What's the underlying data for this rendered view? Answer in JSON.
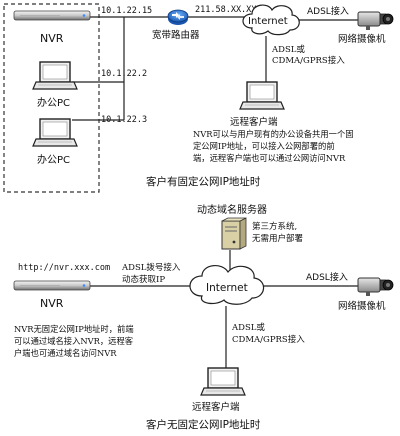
{
  "top": {
    "nvr_label": "NVR",
    "pc1_label": "办公PC",
    "pc2_label": "办公PC",
    "ip_nvr": "10.1.22.15",
    "ip_pc1": "10.1.22.2",
    "ip_pc2": "10.1.22.3",
    "router_label": "宽带路由器",
    "public_ip": "211.58.XX.XX",
    "internet_label": "Internet",
    "adsl_in": "ADSL接入",
    "camera_label": "网络摄像机",
    "client_link_1": "ADSL或",
    "client_link_2": "CDMA/GPRS接入",
    "client_label": "远程客户端",
    "note": [
      "NVR可以与用户现有的办公设备共用一个固",
      "定公网IP地址，可以接入公网部署的前",
      "端，远程客户端也可以通过公网访问NVR"
    ],
    "caption": "客户有固定公网IP地址时"
  },
  "bottom": {
    "dns_label": "动态域名服务器",
    "dns_note_1": "第三方系统,",
    "dns_note_2": "无需用户部署",
    "url": "http://nvr.xxx.com",
    "adsl_dial_1": "ADSL拨号接入",
    "adsl_dial_2": "动态获取IP",
    "internet_label": "Internet",
    "adsl_in": "ADSL接入",
    "nvr_label": "NVR",
    "camera_label": "网络摄像机",
    "note": [
      "NVR无固定公网IP地址时，前端",
      "可以通过域名接入NVR，远程客",
      "户端也可通过域名访问NVR"
    ],
    "client_link_1": "ADSL或",
    "client_link_2": "CDMA/GPRS接入",
    "client_label": "远程客户端",
    "caption": "客户无固定公网IP地址时"
  }
}
